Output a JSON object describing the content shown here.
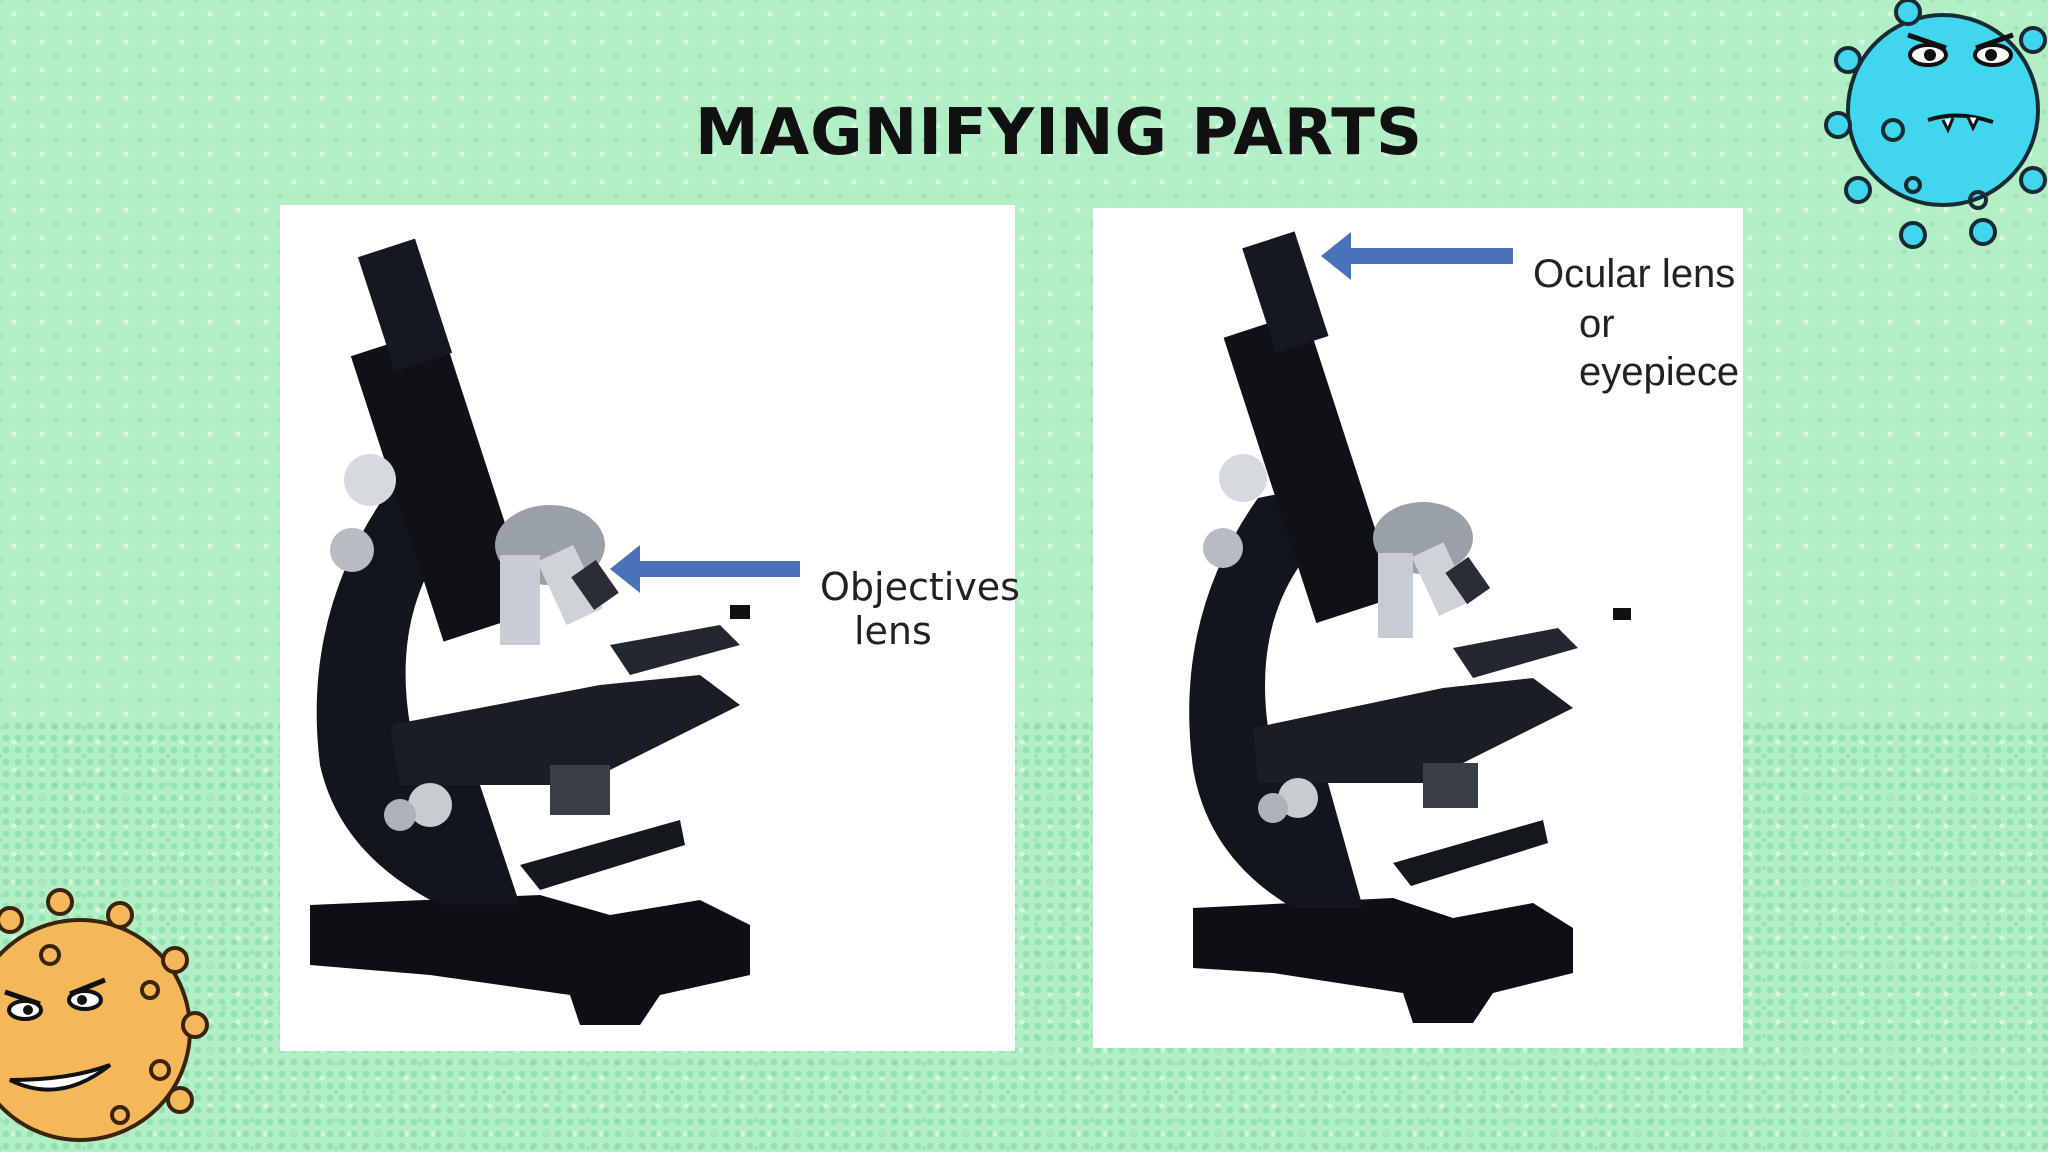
{
  "slide": {
    "title": "MAGNIFYING PARTS"
  },
  "left_panel": {
    "label_line1": "Objectives",
    "label_line2": "lens",
    "arrow_color": "#4a72b8"
  },
  "right_panel": {
    "label_line1": "Ocular lens",
    "label_line2": "or",
    "label_line3": "eyepiece",
    "arrow_color": "#4a72b8"
  },
  "decor": {
    "virus_top_right": "blue-virus-icon",
    "virus_bottom_left": "orange-virus-icon",
    "colors": {
      "background": "#b3efc6",
      "virus_blue": "#3fd6ee",
      "virus_orange": "#f4b85a"
    }
  }
}
